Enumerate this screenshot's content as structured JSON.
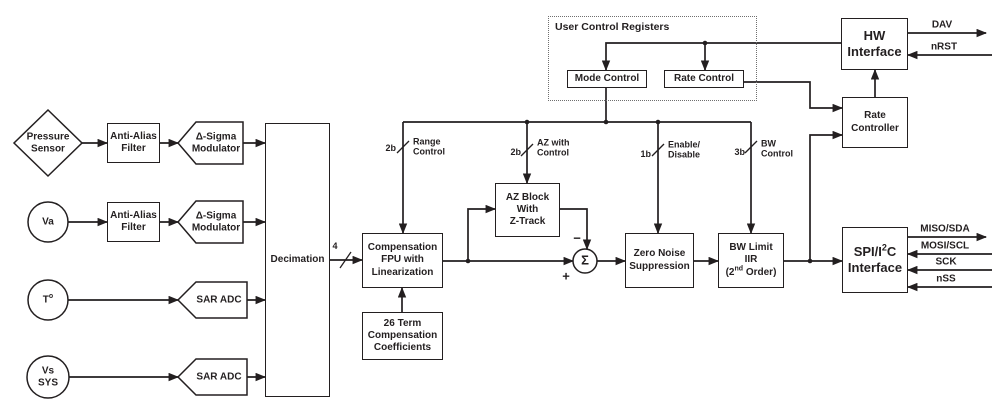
{
  "colors": {
    "line": "#231f20",
    "text": "#231f20",
    "background": "#ffffff"
  },
  "nodes": {
    "pressure_sensor": "Pressure\nSensor",
    "va": "Va",
    "temp": {
      "base": "T",
      "sup": "o"
    },
    "vs": "Vs\nSYS",
    "anti_alias_1": "Anti-Alias\nFilter",
    "anti_alias_2": "Anti-Alias\nFilter",
    "dsm_1": "Δ-Sigma\nModulator",
    "dsm_2": "Δ-Sigma\nModulator",
    "sar_1": "SAR ADC",
    "sar_2": "SAR ADC",
    "decimation": "Decimation",
    "comp_fpu": "Compensation\nFPU with\nLinearization",
    "coeffs": "26 Term\nCompensation\nCoefficients",
    "az_block": "AZ Block\nWith\nZ-Track",
    "sigma": "Σ",
    "sum_minus": "−",
    "sum_plus": "+",
    "zero_noise": "Zero Noise\nSuppression",
    "bw_limit": {
      "line1": "BW Limit",
      "line2": "IIR",
      "l3pre": "(2",
      "l3sup": "nd",
      "l3post": " Order)"
    },
    "spi": {
      "l1pre": "SPI/I",
      "l1sup": "2",
      "l1post": "C",
      "line2": "Interface"
    },
    "hw": "HW\nInterface",
    "rate_controller": "Rate\nController",
    "ucr_title": "User Control Registers",
    "mode_control": "Mode Control",
    "rate_control": "Rate Control"
  },
  "bus": {
    "dec_width": "4",
    "range_width": "2b",
    "range_label": "Range\nControl",
    "az_width": "2b",
    "az_label": "AZ with\nControl",
    "en_width": "1b",
    "en_label": "Enable/\nDisable",
    "bw_width": "3b",
    "bw_label": "BW\nControl"
  },
  "signals": {
    "dav": "DAV",
    "nrst": "nRST",
    "miso": "MISO/SDA",
    "mosi": "MOSI/SCL",
    "sck": "SCK",
    "nss": "nSS"
  }
}
